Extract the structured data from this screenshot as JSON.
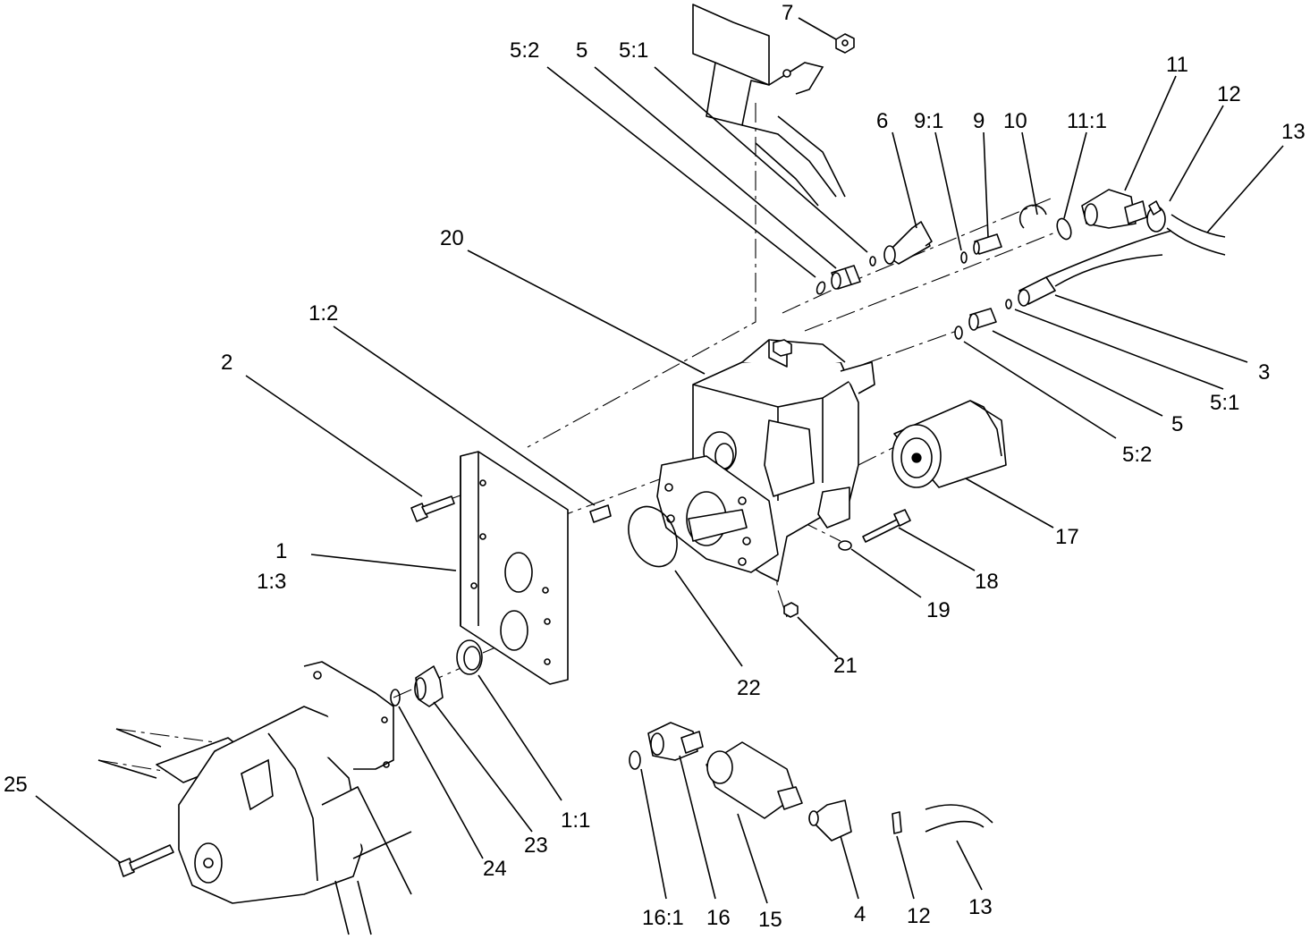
{
  "labels": {
    "l7": "7",
    "l5_2_top": "5:2",
    "l5_top": "5",
    "l5_1_top": "5:1",
    "l6": "6",
    "l9_1": "9:1",
    "l9": "9",
    "l10": "10",
    "l11_1": "11:1",
    "l11": "11",
    "l12_top": "12",
    "l13_top": "13",
    "l20": "20",
    "l1_2": "1:2",
    "l2": "2",
    "l3": "3",
    "l5_1_right": "5:1",
    "l5_right": "5",
    "l5_2_right": "5:2",
    "l17": "17",
    "l18": "18",
    "l19": "19",
    "l1": "1",
    "l1_3": "1:3",
    "l21": "21",
    "l22": "22",
    "l25": "25",
    "l24": "24",
    "l23": "23",
    "l1_1": "1:1",
    "l16_1": "16:1",
    "l16": "16",
    "l15": "15",
    "l4": "4",
    "l12_bottom": "12",
    "l13_bottom": "13"
  }
}
